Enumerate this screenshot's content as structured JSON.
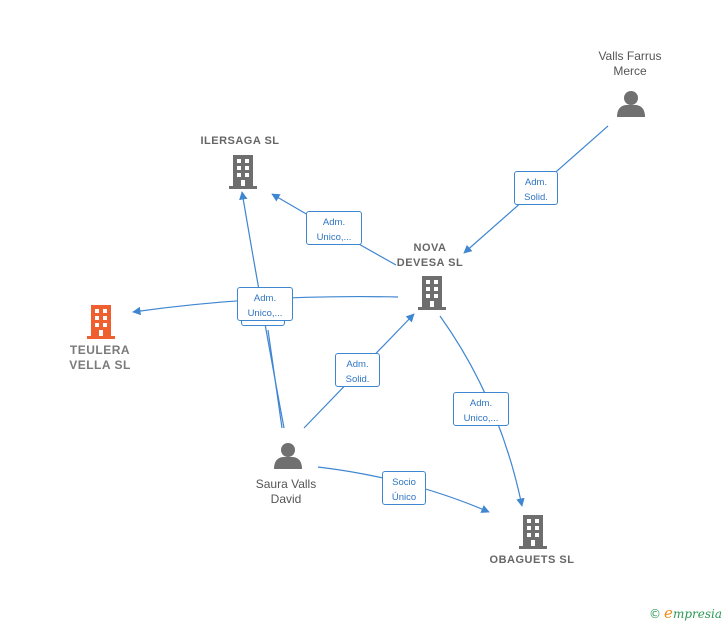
{
  "nodes": {
    "valls_farrus": {
      "label": "Valls Farrus\nMerce",
      "kind": "person"
    },
    "ilersaga": {
      "label": "ILERSAGA  SL",
      "kind": "company"
    },
    "nova_devesa": {
      "label": "NOVA\nDEVESA  SL",
      "kind": "company"
    },
    "teulera_vella": {
      "label": "TEULERA\nVELLA  SL",
      "kind": "company-highlight"
    },
    "saura_valls": {
      "label": "Saura Valls\nDavid",
      "kind": "person"
    },
    "obaguets": {
      "label": "OBAGUETS  SL",
      "kind": "company"
    }
  },
  "edges": {
    "valls_to_nova": "Adm.\nSolid.",
    "nova_to_ilersaga": "Adm.\nUnico,...",
    "to_teulera": "Adm.\nUnico,...",
    "saura_to_nova": "Adm.\nSolid.",
    "nova_to_obaguets": "Adm.\nUnico,...",
    "saura_to_obaguets": "Socio\nÚnico"
  },
  "colors": {
    "edge": "#3f86d1",
    "company_icon": "#6e6e6e",
    "highlight_icon": "#f0602f",
    "person_icon": "#707070"
  },
  "brand": {
    "copyright": "©",
    "name_initial": "e",
    "name_rest": "mpresia"
  }
}
